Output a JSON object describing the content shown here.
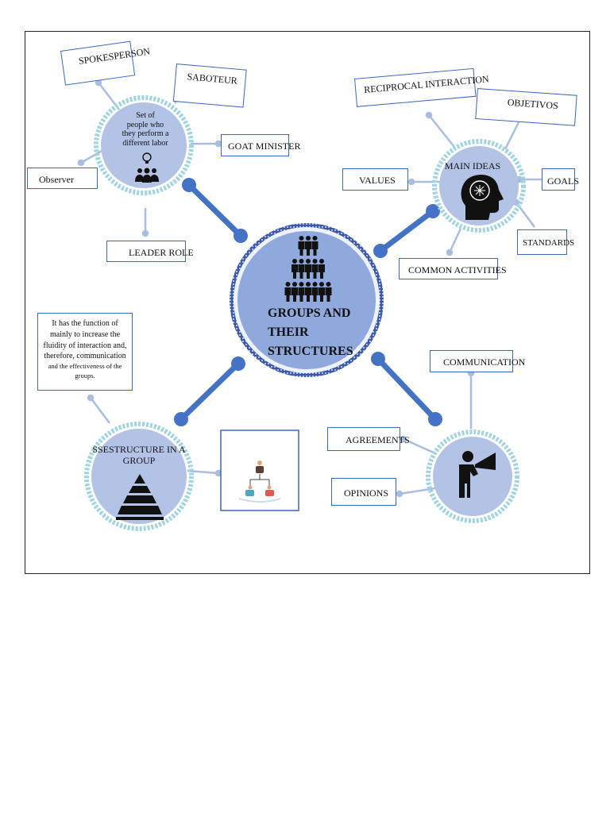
{
  "center": {
    "title_line1": "GROUPS AND THEIR",
    "title_line2": "STRUCTURES",
    "icon": "people-pyramid-icon"
  },
  "definition_node": {
    "text_lines": [
      "Set of",
      "people who",
      "they perform a",
      "different labor"
    ],
    "icon": "team-idea-icon",
    "labels": {
      "spokesperson": "SPOKESPERSON",
      "saboteur": "SABOTEUR",
      "goat_minister": "GOAT MINISTER",
      "observer": "Observer",
      "leader_role": "LEADER ROLE"
    }
  },
  "main_ideas_node": {
    "title": "MAIN IDEAS",
    "icon": "brain-head-icon",
    "labels": {
      "reciprocal_interaction": "RECIPROCAL INTERACTION",
      "objetivos": "OBJETIVOS",
      "values": "VALUES",
      "goals": "GOALS",
      "standards": "STANDARDS",
      "common_activities": "COMMON ACTIVITIES"
    }
  },
  "structure_node": {
    "title_line1": "SSESTRUCTURE IN A",
    "title_line2": "GROUP",
    "icon": "pyramid-icon",
    "description_lines": [
      "It has the function of",
      "mainly to increase the",
      "fluidity of interaction and,",
      "therefore, communication"
    ],
    "description_small": "and the effectiveness of the groups.",
    "org_chart_icon": "org-chart-icon"
  },
  "communication_node": {
    "icon": "megaphone-speaker-icon",
    "labels": {
      "communication": "COMMUNICATION",
      "agreements": "AGREEMENTS",
      "opinions": "OPINIONS"
    }
  },
  "colors": {
    "circle_fill": "#b3c3e6",
    "connector": "#4472c4",
    "box_border": "#3a66c4",
    "ring": "#9fd4e0",
    "thin_line": "#a9bde0"
  }
}
